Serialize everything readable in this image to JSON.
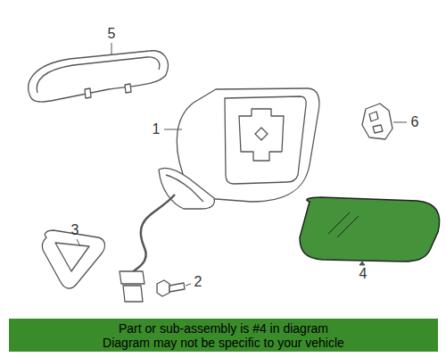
{
  "diagram": {
    "nodes": [
      {
        "text": [
          "Part or sub-assembly is #4 in diagram",
          "Diagram may not be specific to your vehicle"
        ]
      }
    ],
    "labels": [
      "5",
      "1",
      "6",
      "3",
      "2",
      "4"
    ]
  }
}
